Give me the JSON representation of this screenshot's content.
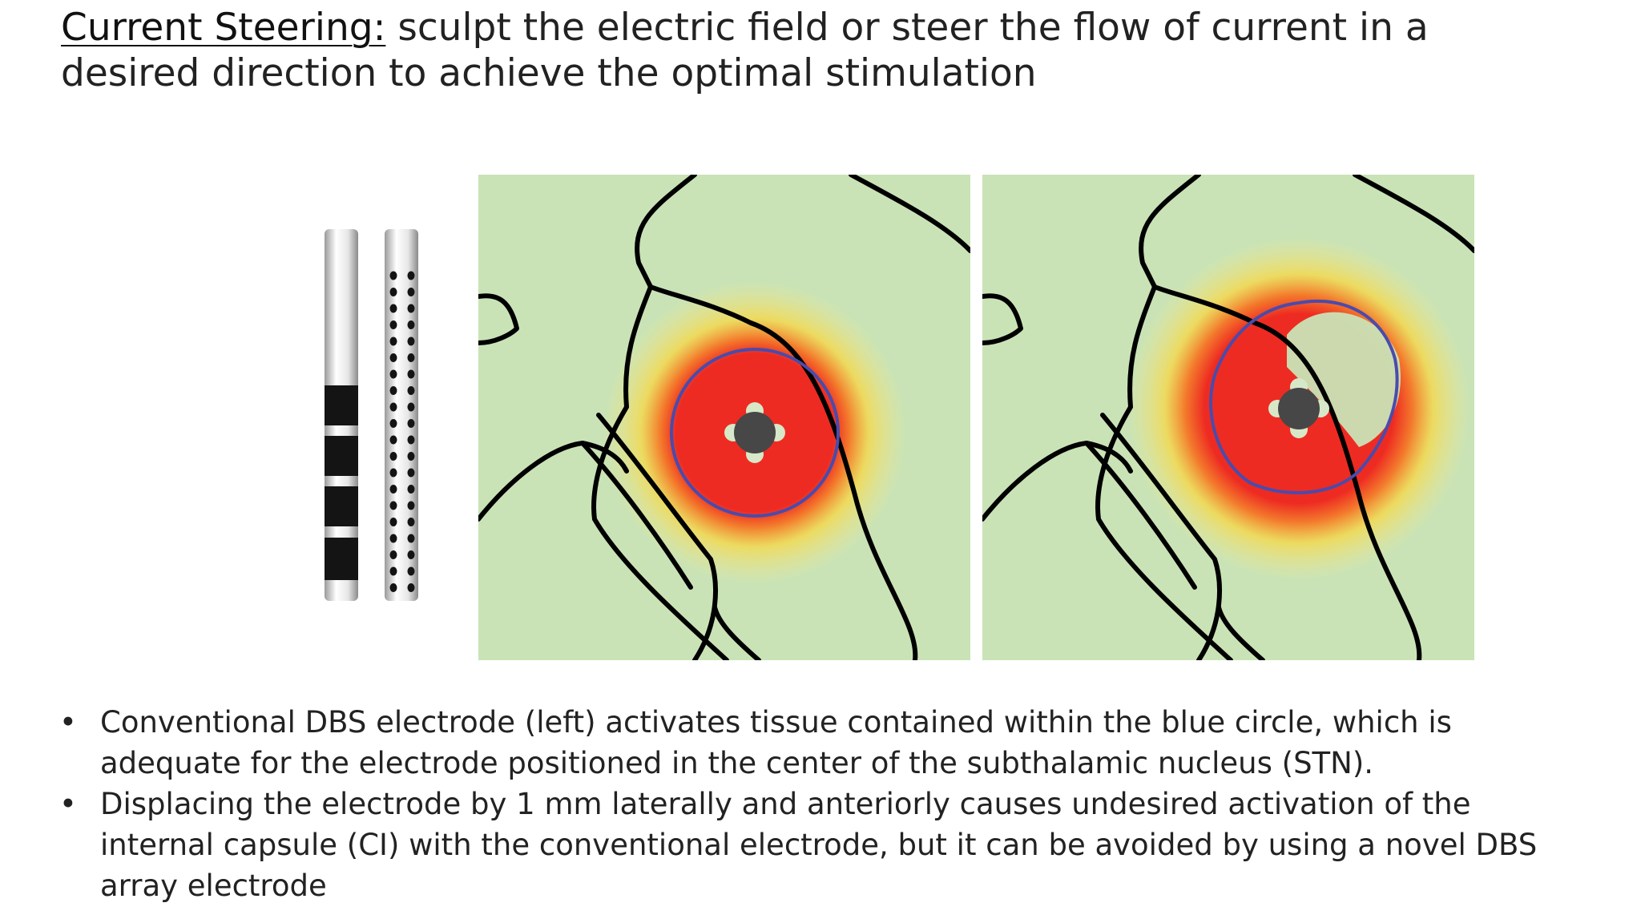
{
  "title": {
    "lead": "Current Steering:",
    "rest": " sculpt the electric field or steer the flow of current in a desired direction to achieve the optimal stimulation"
  },
  "bullets": [
    {
      "marker": "•",
      "text": "Conventional DBS electrode (left) activates tissue contained within the blue circle, which is adequate for the electrode positioned in the center of the subthalamic nucleus (STN)."
    },
    {
      "marker": "•",
      "text": "Displacing the electrode by 1 mm laterally and anteriorly causes undesired activation of the internal capsule (CI) with the conventional electrode, but it can be avoided by using a novel DBS array electrode"
    }
  ],
  "colors": {
    "tissue_background": "#c9e3b6",
    "activation_core": "#ee2b22",
    "activation_halo": "#f5d84a",
    "boundary_circle": "#4b4bab",
    "anatomy_outline": "#000000",
    "electrode_center": "#474747"
  }
}
